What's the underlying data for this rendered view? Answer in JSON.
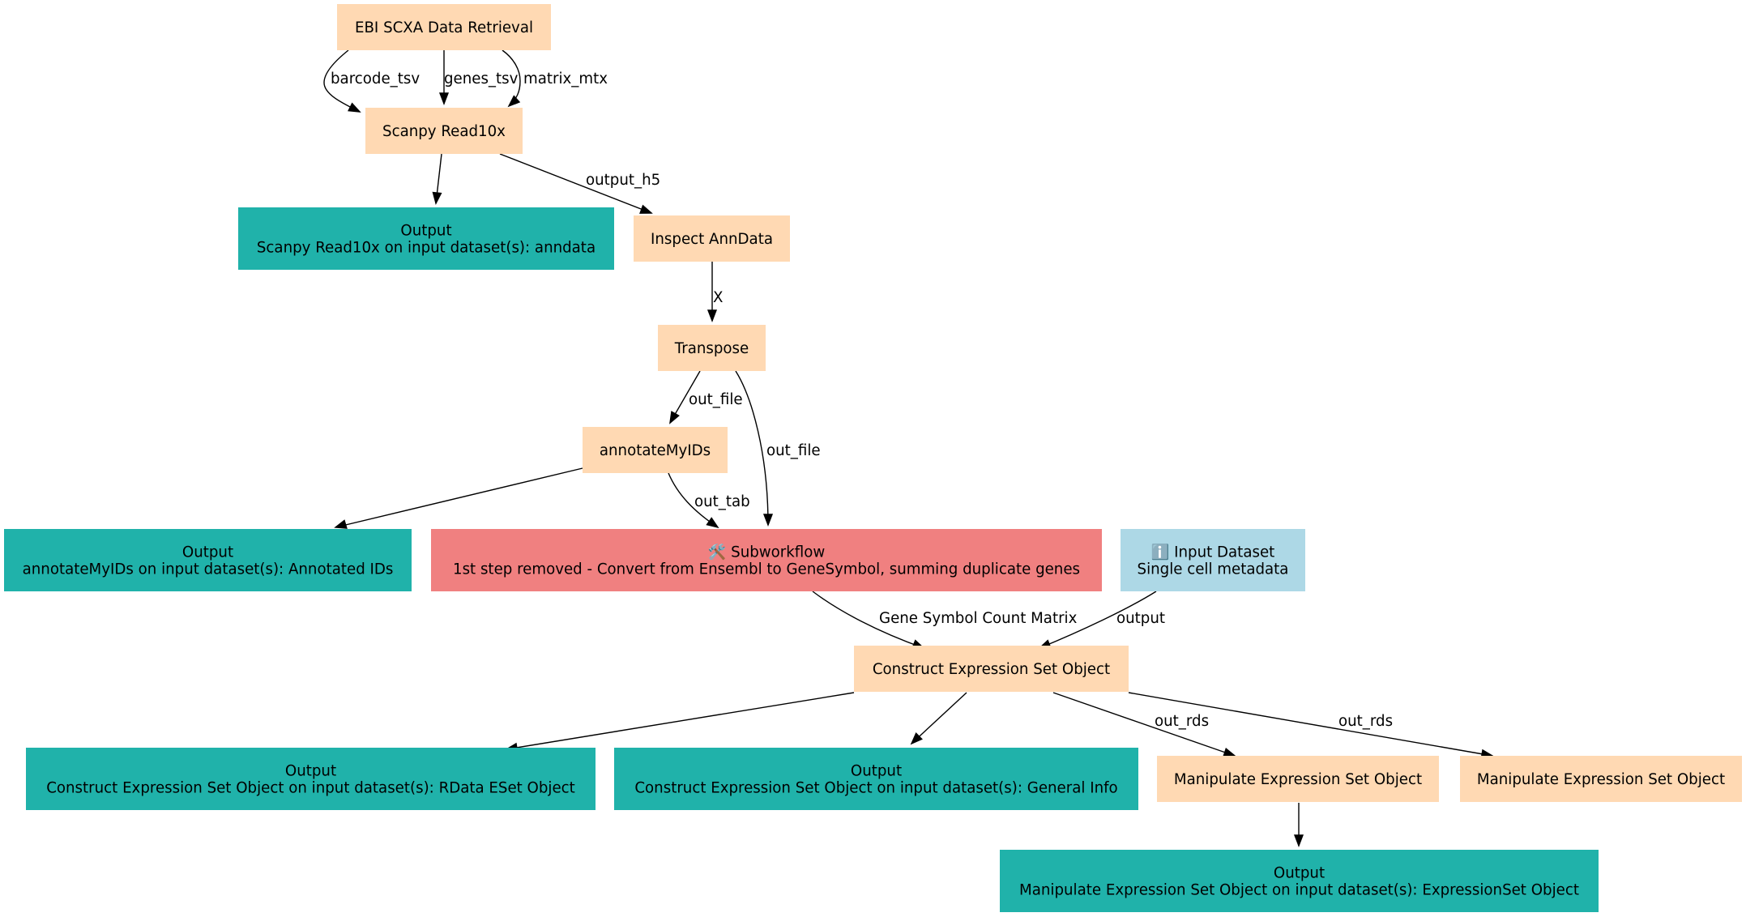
{
  "colors": {
    "tool": "#ffd9b3",
    "output": "#20b2aa",
    "subworkflow": "#f08080",
    "input": "#add8e6",
    "edge": "#000000"
  },
  "nodes": {
    "ebi": {
      "lines": [
        "EBI SCXA Data Retrieval"
      ],
      "kind": "tool"
    },
    "read10x": {
      "lines": [
        "Scanpy Read10x"
      ],
      "kind": "tool"
    },
    "out_read10x": {
      "lines": [
        "Output",
        "Scanpy Read10x on input dataset(s): anndata"
      ],
      "kind": "output"
    },
    "inspect": {
      "lines": [
        "Inspect AnnData"
      ],
      "kind": "tool"
    },
    "transpose": {
      "lines": [
        "Transpose"
      ],
      "kind": "tool"
    },
    "annotate": {
      "lines": [
        "annotateMyIDs"
      ],
      "kind": "tool"
    },
    "out_annotate": {
      "lines": [
        "Output",
        "annotateMyIDs on input dataset(s): Annotated IDs"
      ],
      "kind": "output"
    },
    "subworkflow": {
      "lines": [
        "🛠️ Subworkflow",
        "1st step removed - Convert from Ensembl to GeneSymbol, summing duplicate genes"
      ],
      "kind": "subworkflow",
      "icon": "wrench-hammer-icon"
    },
    "input_meta": {
      "lines": [
        "ℹ️ Input Dataset",
        "Single cell metadata"
      ],
      "kind": "input",
      "icon": "info-icon"
    },
    "construct": {
      "lines": [
        "Construct Expression Set Object"
      ],
      "kind": "tool"
    },
    "out_rdata": {
      "lines": [
        "Output",
        "Construct Expression Set Object on input dataset(s): RData ESet Object"
      ],
      "kind": "output"
    },
    "out_general": {
      "lines": [
        "Output",
        "Construct Expression Set Object on input dataset(s): General Info"
      ],
      "kind": "output"
    },
    "manip1": {
      "lines": [
        "Manipulate Expression Set Object"
      ],
      "kind": "tool"
    },
    "manip2": {
      "lines": [
        "Manipulate Expression Set Object"
      ],
      "kind": "tool"
    },
    "out_manip": {
      "lines": [
        "Output",
        "Manipulate Expression Set Object on input dataset(s): ExpressionSet Object"
      ],
      "kind": "output"
    }
  },
  "edges": [
    {
      "from": "ebi",
      "to": "read10x",
      "label": "barcode_tsv"
    },
    {
      "from": "ebi",
      "to": "read10x",
      "label": "genes_tsv"
    },
    {
      "from": "ebi",
      "to": "read10x",
      "label": "matrix_mtx"
    },
    {
      "from": "read10x",
      "to": "out_read10x",
      "label": ""
    },
    {
      "from": "read10x",
      "to": "inspect",
      "label": "output_h5"
    },
    {
      "from": "inspect",
      "to": "transpose",
      "label": "X"
    },
    {
      "from": "transpose",
      "to": "annotate",
      "label": "out_file"
    },
    {
      "from": "transpose",
      "to": "subworkflow",
      "label": "out_file"
    },
    {
      "from": "annotate",
      "to": "out_annotate",
      "label": ""
    },
    {
      "from": "annotate",
      "to": "subworkflow",
      "label": "out_tab"
    },
    {
      "from": "subworkflow",
      "to": "construct",
      "label": "Gene Symbol Count Matrix"
    },
    {
      "from": "input_meta",
      "to": "construct",
      "label": "output"
    },
    {
      "from": "construct",
      "to": "out_rdata",
      "label": ""
    },
    {
      "from": "construct",
      "to": "out_general",
      "label": ""
    },
    {
      "from": "construct",
      "to": "manip1",
      "label": "out_rds"
    },
    {
      "from": "construct",
      "to": "manip2",
      "label": "out_rds"
    },
    {
      "from": "manip1",
      "to": "out_manip",
      "label": ""
    }
  ]
}
